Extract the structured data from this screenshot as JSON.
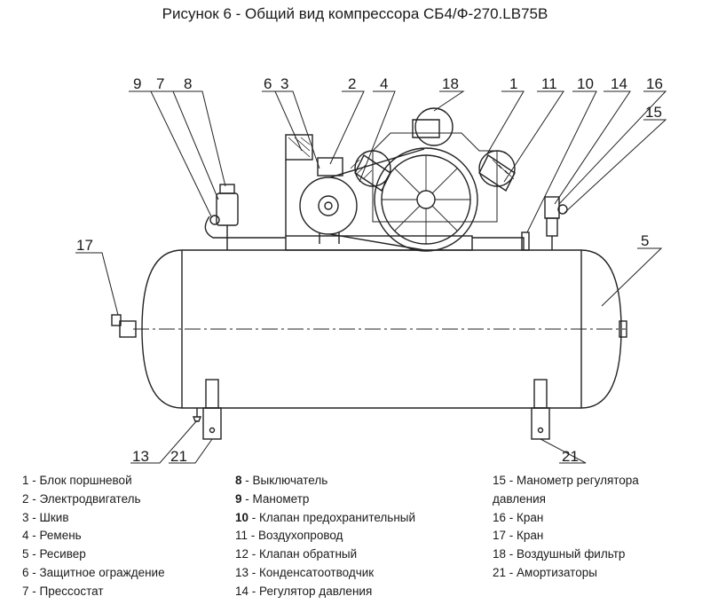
{
  "title": "Рисунок 6 - Общий вид компрессора СБ4/Ф-270.LB75B",
  "callouts": {
    "c9": "9",
    "c7": "7",
    "c8": "8",
    "c6": "6",
    "c3": "3",
    "c2": "2",
    "c4": "4",
    "c18": "18",
    "c1": "1",
    "c11": "11",
    "c10": "10",
    "c14": "14",
    "c16": "16",
    "c15": "15",
    "c17": "17",
    "c5": "5",
    "c13": "13",
    "c21a": "21",
    "c21b": "21"
  },
  "legend": {
    "col1": [
      {
        "num": "1",
        "text": " - Блок поршневой",
        "bold": false
      },
      {
        "num": "2",
        "text": " - Электродвигатель",
        "bold": false
      },
      {
        "num": "3",
        "text": " - Шкив",
        "bold": false
      },
      {
        "num": "4",
        "text": " - Ремень",
        "bold": false
      },
      {
        "num": "5",
        "text": " - Ресивер",
        "bold": false
      },
      {
        "num": "6",
        "text": " - Защитное ограждение",
        "bold": false
      },
      {
        "num": "7",
        "text": " - Прессостат",
        "bold": false
      }
    ],
    "col2": [
      {
        "num": "8",
        "text": " - Выключатель",
        "bold": true
      },
      {
        "num": "9",
        "text": " - Манометр",
        "bold": true
      },
      {
        "num": "10",
        "text": " - Клапан предохранительный",
        "bold": true
      },
      {
        "num": "11",
        "text": " - Воздухопровод",
        "bold": false
      },
      {
        "num": "12",
        "text": " - Клапан обратный",
        "bold": false
      },
      {
        "num": "13",
        "text": " - Конденсатоотводчик",
        "bold": false
      },
      {
        "num": "14",
        "text": " - Регулятор давления",
        "bold": false
      }
    ],
    "col3": [
      {
        "num": "15",
        "text": " - Манометр регулятора",
        "bold": false
      },
      {
        "num": "",
        "text": "давления",
        "bold": false
      },
      {
        "num": "16",
        "text": " - Кран",
        "bold": false
      },
      {
        "num": "17",
        "text": " - Кран",
        "bold": false
      },
      {
        "num": "18",
        "text": " - Воздушный фильтр",
        "bold": false
      },
      {
        "num": "21",
        "text": " - Амортизаторы",
        "bold": false
      }
    ]
  }
}
